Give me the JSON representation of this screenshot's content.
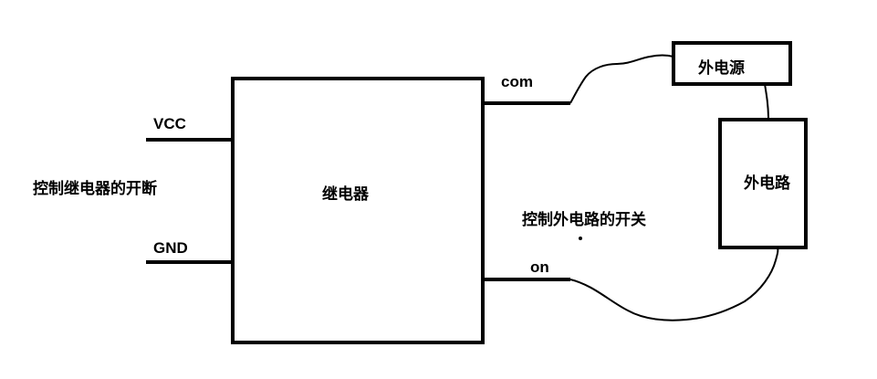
{
  "diagram": {
    "relay_label": "继电器",
    "left_caption": "控制继电器的开断",
    "vcc_label": "VCC",
    "gnd_label": "GND",
    "com_label": "com",
    "on_label": "on",
    "power_label": "外电源",
    "circuit_label": "外电路",
    "right_caption": "控制外电路的开关"
  },
  "colors": {
    "stroke": "#000000",
    "background": "#ffffff"
  }
}
